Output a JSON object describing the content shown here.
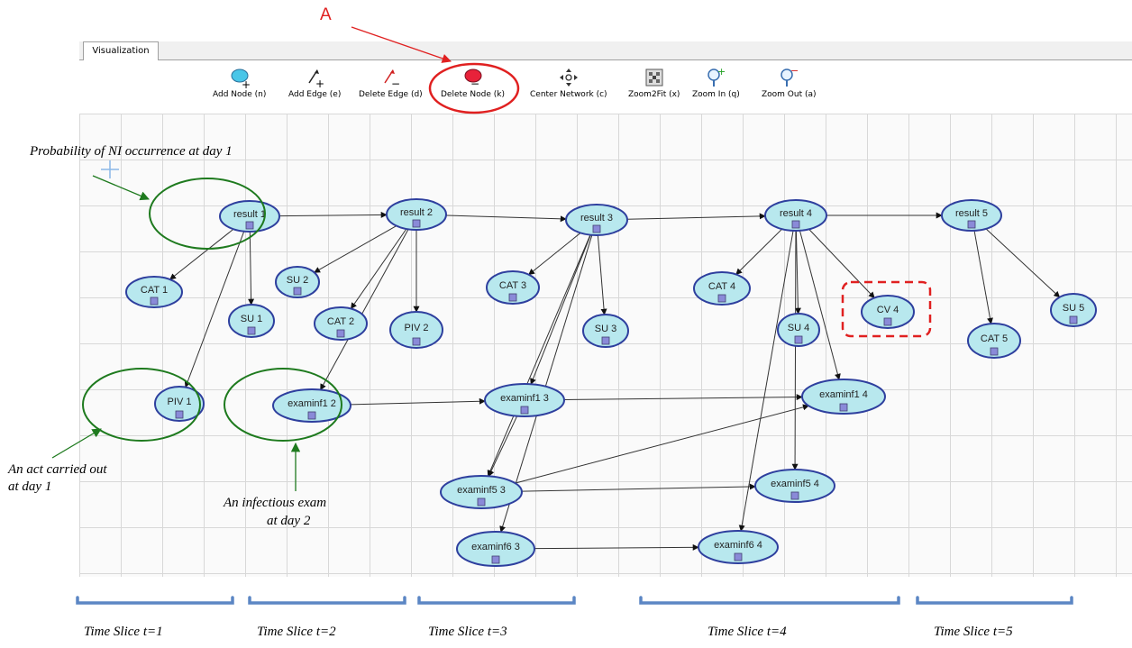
{
  "tab": "Visualization",
  "toolbar": {
    "add_node": "Add Node (n)",
    "add_edge": "Add Edge (e)",
    "delete_edge": "Delete Edge (d)",
    "delete_node": "Delete Node (k)",
    "center_network": "Center Network (c)",
    "zoom2fit": "Zoom2Fit (x)",
    "zoom_in": "Zoom In (q)",
    "zoom_out": "Zoom Out (a)"
  },
  "callout_letter": "A",
  "annotations": {
    "probability": "Probability of NI occurrence at day 1",
    "act_line1": "An act carried out",
    "act_line2": "at day 1",
    "exam_line1": "An infectious exam",
    "exam_line2": "at day 2"
  },
  "nodes": {
    "result1": "result 1",
    "result2": "result 2",
    "result3": "result 3",
    "result4": "result 4",
    "result5": "result 5",
    "cat1": "CAT 1",
    "cat2": "CAT 2",
    "cat3": "CAT 3",
    "cat4": "CAT 4",
    "cat5": "CAT 5",
    "su1": "SU 1",
    "su2": "SU 2",
    "su3": "SU 3",
    "su4": "SU 4",
    "su5": "SU 5",
    "piv1": "PIV 1",
    "piv2": "PIV 2",
    "cv4": "CV 4",
    "examinf1_2": "examinf1 2",
    "examinf1_3": "examinf1 3",
    "examinf1_4": "examinf1 4",
    "examinf5_3": "examinf5 3",
    "examinf5_4": "examinf5 4",
    "examinf6_3": "examinf6 3",
    "examinf6_4": "examinf6 4"
  },
  "time_slices": [
    "Time Slice t=1",
    "Time Slice t=2",
    "Time Slice t=3",
    "Time Slice t=4",
    "Time Slice t=5"
  ],
  "colors": {
    "node_fill": "#b8e8ee",
    "node_stroke": "#2e3f9e",
    "annotation_green": "#1e7a1e",
    "highlight_red": "#e02020",
    "bracket_blue": "#5b86c4"
  }
}
